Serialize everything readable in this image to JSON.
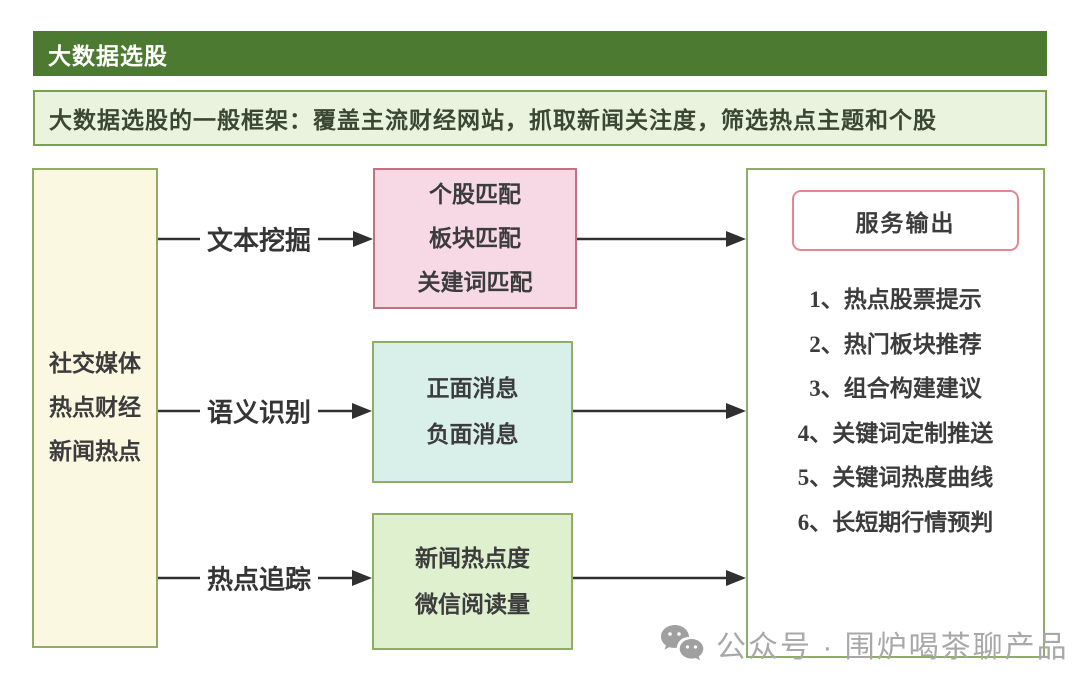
{
  "colors": {
    "header_bg": "#4C7A31",
    "banner_bg": "#E9F3DD",
    "green_border": "#90AD68",
    "source_bg": "#FBF8E2",
    "match_bg": "#F6D9E4",
    "match_border": "#C3707F",
    "sentiment_bg": "#D8EFEA",
    "heat_bg": "#DFF0CF",
    "output_title_border": "#E48691",
    "arrow": "#303030",
    "watermark": "#A8A8A8"
  },
  "header": {
    "title": "大数据选股"
  },
  "banner": {
    "text": "大数据选股的一般框架：覆盖主流财经网站，抓取新闻关注度，筛选热点主题和个股"
  },
  "source_box": {
    "lines": [
      "社交媒体",
      "热点财经",
      "新闻热点"
    ]
  },
  "flows": [
    {
      "label": "文本挖掘",
      "box": {
        "lines": [
          "个股匹配",
          "板块匹配",
          "关建词匹配"
        ]
      }
    },
    {
      "label": "语义识别",
      "box": {
        "lines": [
          "正面消息",
          "负面消息"
        ]
      }
    },
    {
      "label": "热点追踪",
      "box": {
        "lines": [
          "新闻热点度",
          "微信阅读量"
        ]
      }
    }
  ],
  "output": {
    "title": "服务输出",
    "items": [
      "1、热点股票提示",
      "2、热门板块推荐",
      "3、组合构建建议",
      "4、关键词定制推送",
      "5、关键词热度曲线",
      "6、长短期行情预判"
    ]
  },
  "watermark": {
    "text": "公众号 · 围炉喝茶聊产品"
  }
}
